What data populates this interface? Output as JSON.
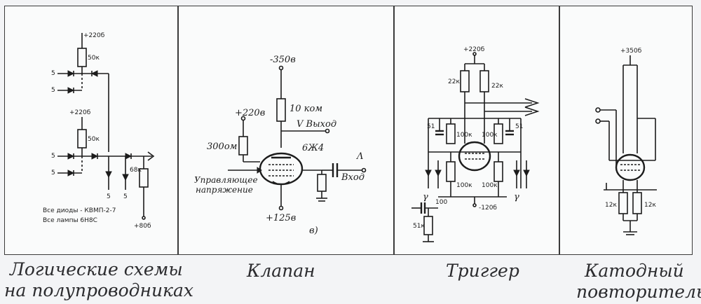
{
  "captions": {
    "logic_line1": "Логические схемы",
    "logic_line2": "на полупроводниках",
    "valve": "Клапан",
    "trigger": "Триггер",
    "cathode_line1": "Катодный",
    "cathode_line2": "повторитель"
  },
  "logic": {
    "supply_top": "+220б",
    "r_top": "50к",
    "in_a1": "5",
    "in_a2": "5",
    "supply_mid": "+220б",
    "r_mid": "50к",
    "in_b1": "5",
    "in_b2": "5",
    "r_68k": "68к",
    "out_1": "5",
    "out_2": "5",
    "supply_bottom": "+80б",
    "note_line1": "Все диоды - КВМП-2-7",
    "note_line2": "Все лампы 6Н8С"
  },
  "valve": {
    "supply_top": "-350в",
    "r_10k": "10 ком",
    "supply_left": "+220в",
    "r_300": "300ом",
    "output": "V Выход",
    "tube": "6Ж4",
    "input_mark": "Λ",
    "input": "Вход",
    "control_line1": "Управляющее",
    "control_line2": "напряжение",
    "supply_bottom": "+125в",
    "fig_label": "в)"
  },
  "trigger": {
    "supply": "+220б",
    "r_left": "22к",
    "r_right": "22к",
    "c_left": "51",
    "c_right": "51",
    "r_100k_left": "100к",
    "r_100k_right": "100к",
    "r_100k_bl": "100к",
    "r_100k_br": "100к",
    "in_left": "γ",
    "in_right": "γ",
    "cap_100": "100",
    "r_51k": "51к",
    "supply_neg": "-120б"
  },
  "cathode": {
    "supply": "+350б",
    "r_left": "12к",
    "r_right": "12к"
  }
}
